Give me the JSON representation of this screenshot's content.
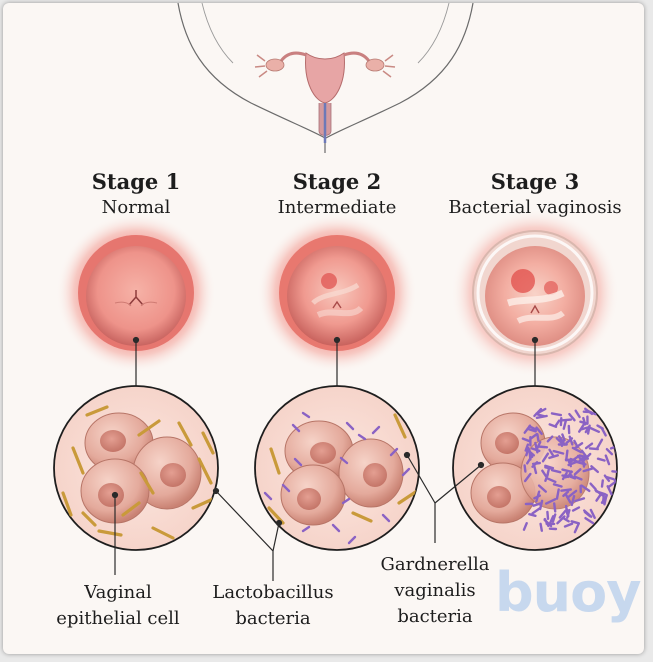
{
  "stages": [
    {
      "title": "Stage 1",
      "subtitle": "Normal"
    },
    {
      "title": "Stage 2",
      "subtitle": "Intermediate"
    },
    {
      "title": "Stage 3",
      "subtitle": "Bacterial vaginosis"
    }
  ],
  "labels": {
    "epithelial": [
      "Vaginal",
      "epithelial cell"
    ],
    "lactobacillus": [
      "Lactobacillus",
      "bacteria"
    ],
    "gardnerella": [
      "Gardnerella",
      "vaginalis",
      "bacteria"
    ]
  },
  "logo": {
    "text": "buoy",
    "color": "#c7d8ee"
  },
  "colors": {
    "tissue": "#ef7f7c",
    "lactobacillus": "#c99a3a",
    "gardnerella": "#8a62c4",
    "cell": "#e7b2a6"
  }
}
